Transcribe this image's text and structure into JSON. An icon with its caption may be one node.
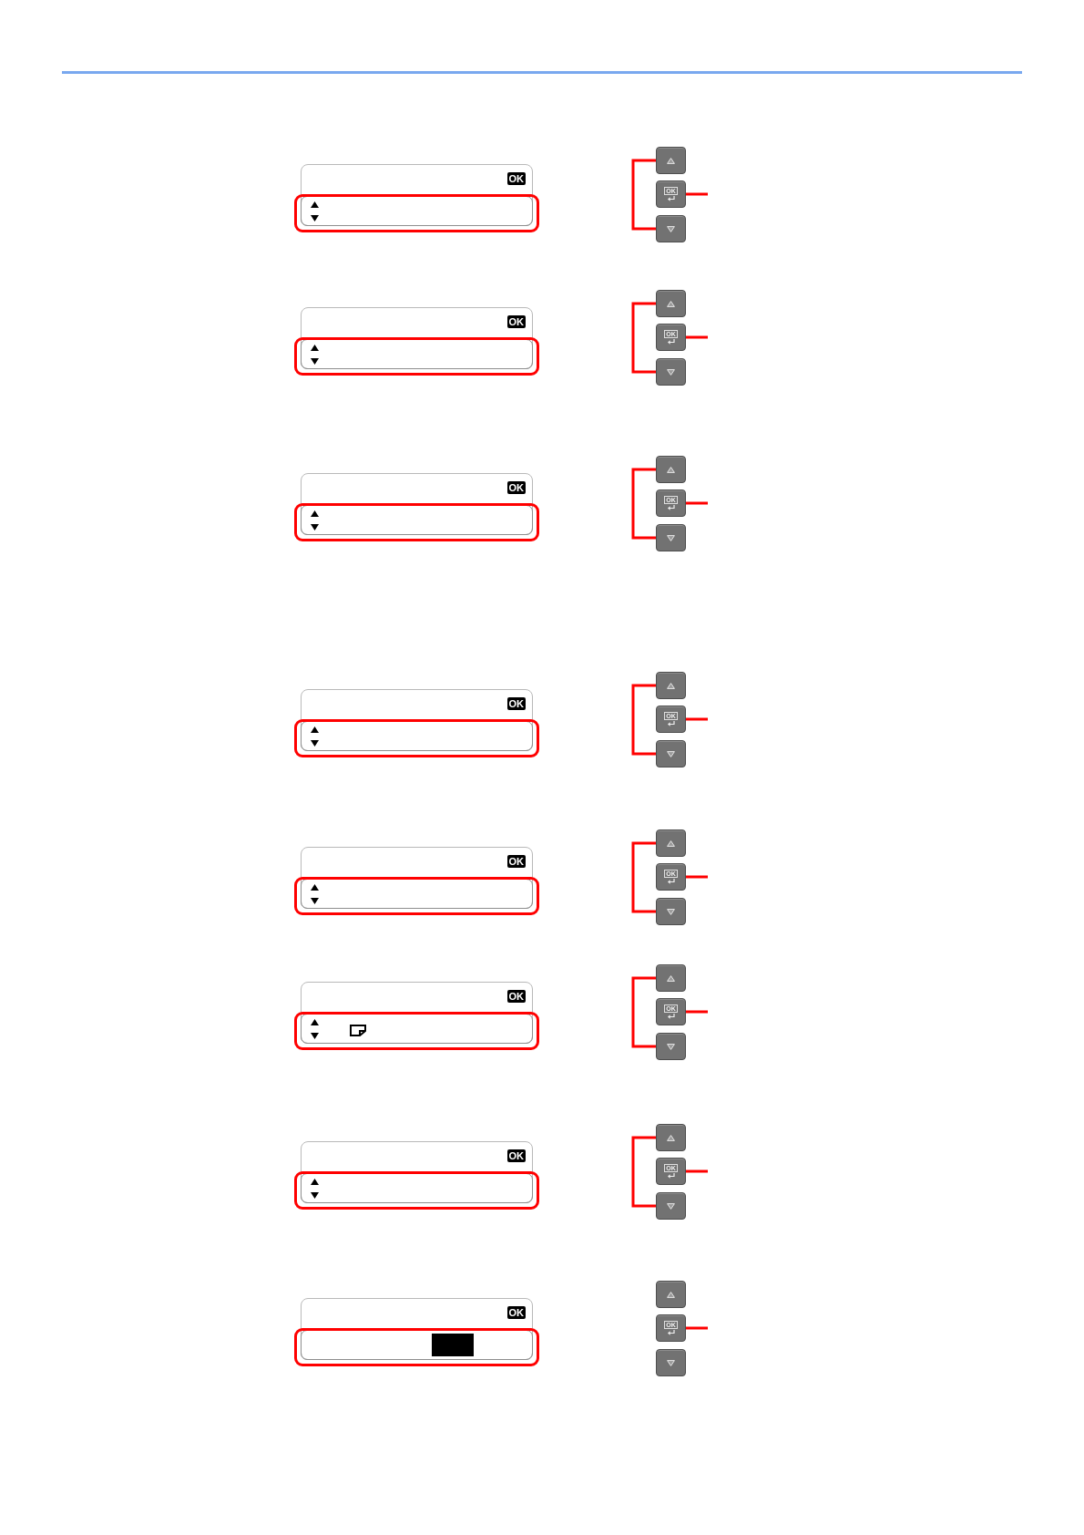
{
  "diagram": {
    "nodes": [
      {
        "text": [
          "OK"
        ]
      },
      {
        "text": [],
        "shape": "box"
      },
      {
        "text": [
          "OK"
        ]
      },
      {
        "text": [],
        "shape": "box"
      },
      {
        "text": [
          "OK"
        ]
      },
      {
        "text": [],
        "shape": "box"
      },
      {
        "text": [
          "OK"
        ]
      },
      {
        "text": [],
        "shape": "box"
      },
      {
        "text": [
          "OK"
        ]
      },
      {
        "text": [],
        "shape": "box"
      },
      {
        "text": [
          "OK"
        ]
      },
      {
        "text": [],
        "shape": "box"
      },
      {
        "text": [
          "OK"
        ]
      },
      {
        "text": [],
        "shape": "box"
      },
      {
        "text": [
          "OK"
        ]
      },
      {
        "text": [],
        "shape": "box"
      },
      {
        "text": [
          "OK"
        ]
      },
      {
        "text": [],
        "shape": "box"
      },
      {
        "text": [
          "OK"
        ]
      },
      {
        "text": [],
        "shape": "box"
      },
      {
        "text": [
          "OK"
        ]
      },
      {
        "text": [],
        "shape": "box"
      },
      {
        "text": [
          "OK"
        ]
      },
      {
        "text": [],
        "shape": "box"
      },
      {
        "text": [
          "OK"
        ]
      },
      {
        "text": [],
        "shape": "box"
      },
      {
        "text": [
          "OK"
        ]
      },
      {
        "text": [],
        "shape": "box"
      },
      {
        "text": [
          "OK"
        ]
      },
      {
        "text": [],
        "shape": "box"
      },
      {
        "text": [
          "OK"
        ]
      },
      {
        "text": [],
        "shape": "box"
      }
    ],
    "edges": [
      {
        "from": 1,
        "to": 3,
        "arrow": "none"
      },
      {
        "from": 2,
        "to": null,
        "arrow": "none"
      },
      {
        "from": 5,
        "to": 7,
        "arrow": "none"
      },
      {
        "from": 6,
        "to": null,
        "arrow": "none"
      },
      {
        "from": 9,
        "to": 11,
        "arrow": "none"
      },
      {
        "from": 10,
        "to": null,
        "arrow": "none"
      },
      {
        "from": 13,
        "to": 15,
        "arrow": "none"
      },
      {
        "from": 14,
        "to": null,
        "arrow": "none"
      },
      {
        "from": 17,
        "to": 19,
        "arrow": "none"
      },
      {
        "from": 18,
        "to": null,
        "arrow": "none"
      },
      {
        "from": 21,
        "to": 23,
        "arrow": "none"
      },
      {
        "from": 22,
        "to": null,
        "arrow": "none"
      },
      {
        "from": 25,
        "to": 27,
        "arrow": "none"
      },
      {
        "from": 26,
        "to": null,
        "arrow": "none"
      },
      {
        "from": 30,
        "to": null,
        "arrow": "none"
      }
    ]
  }
}
